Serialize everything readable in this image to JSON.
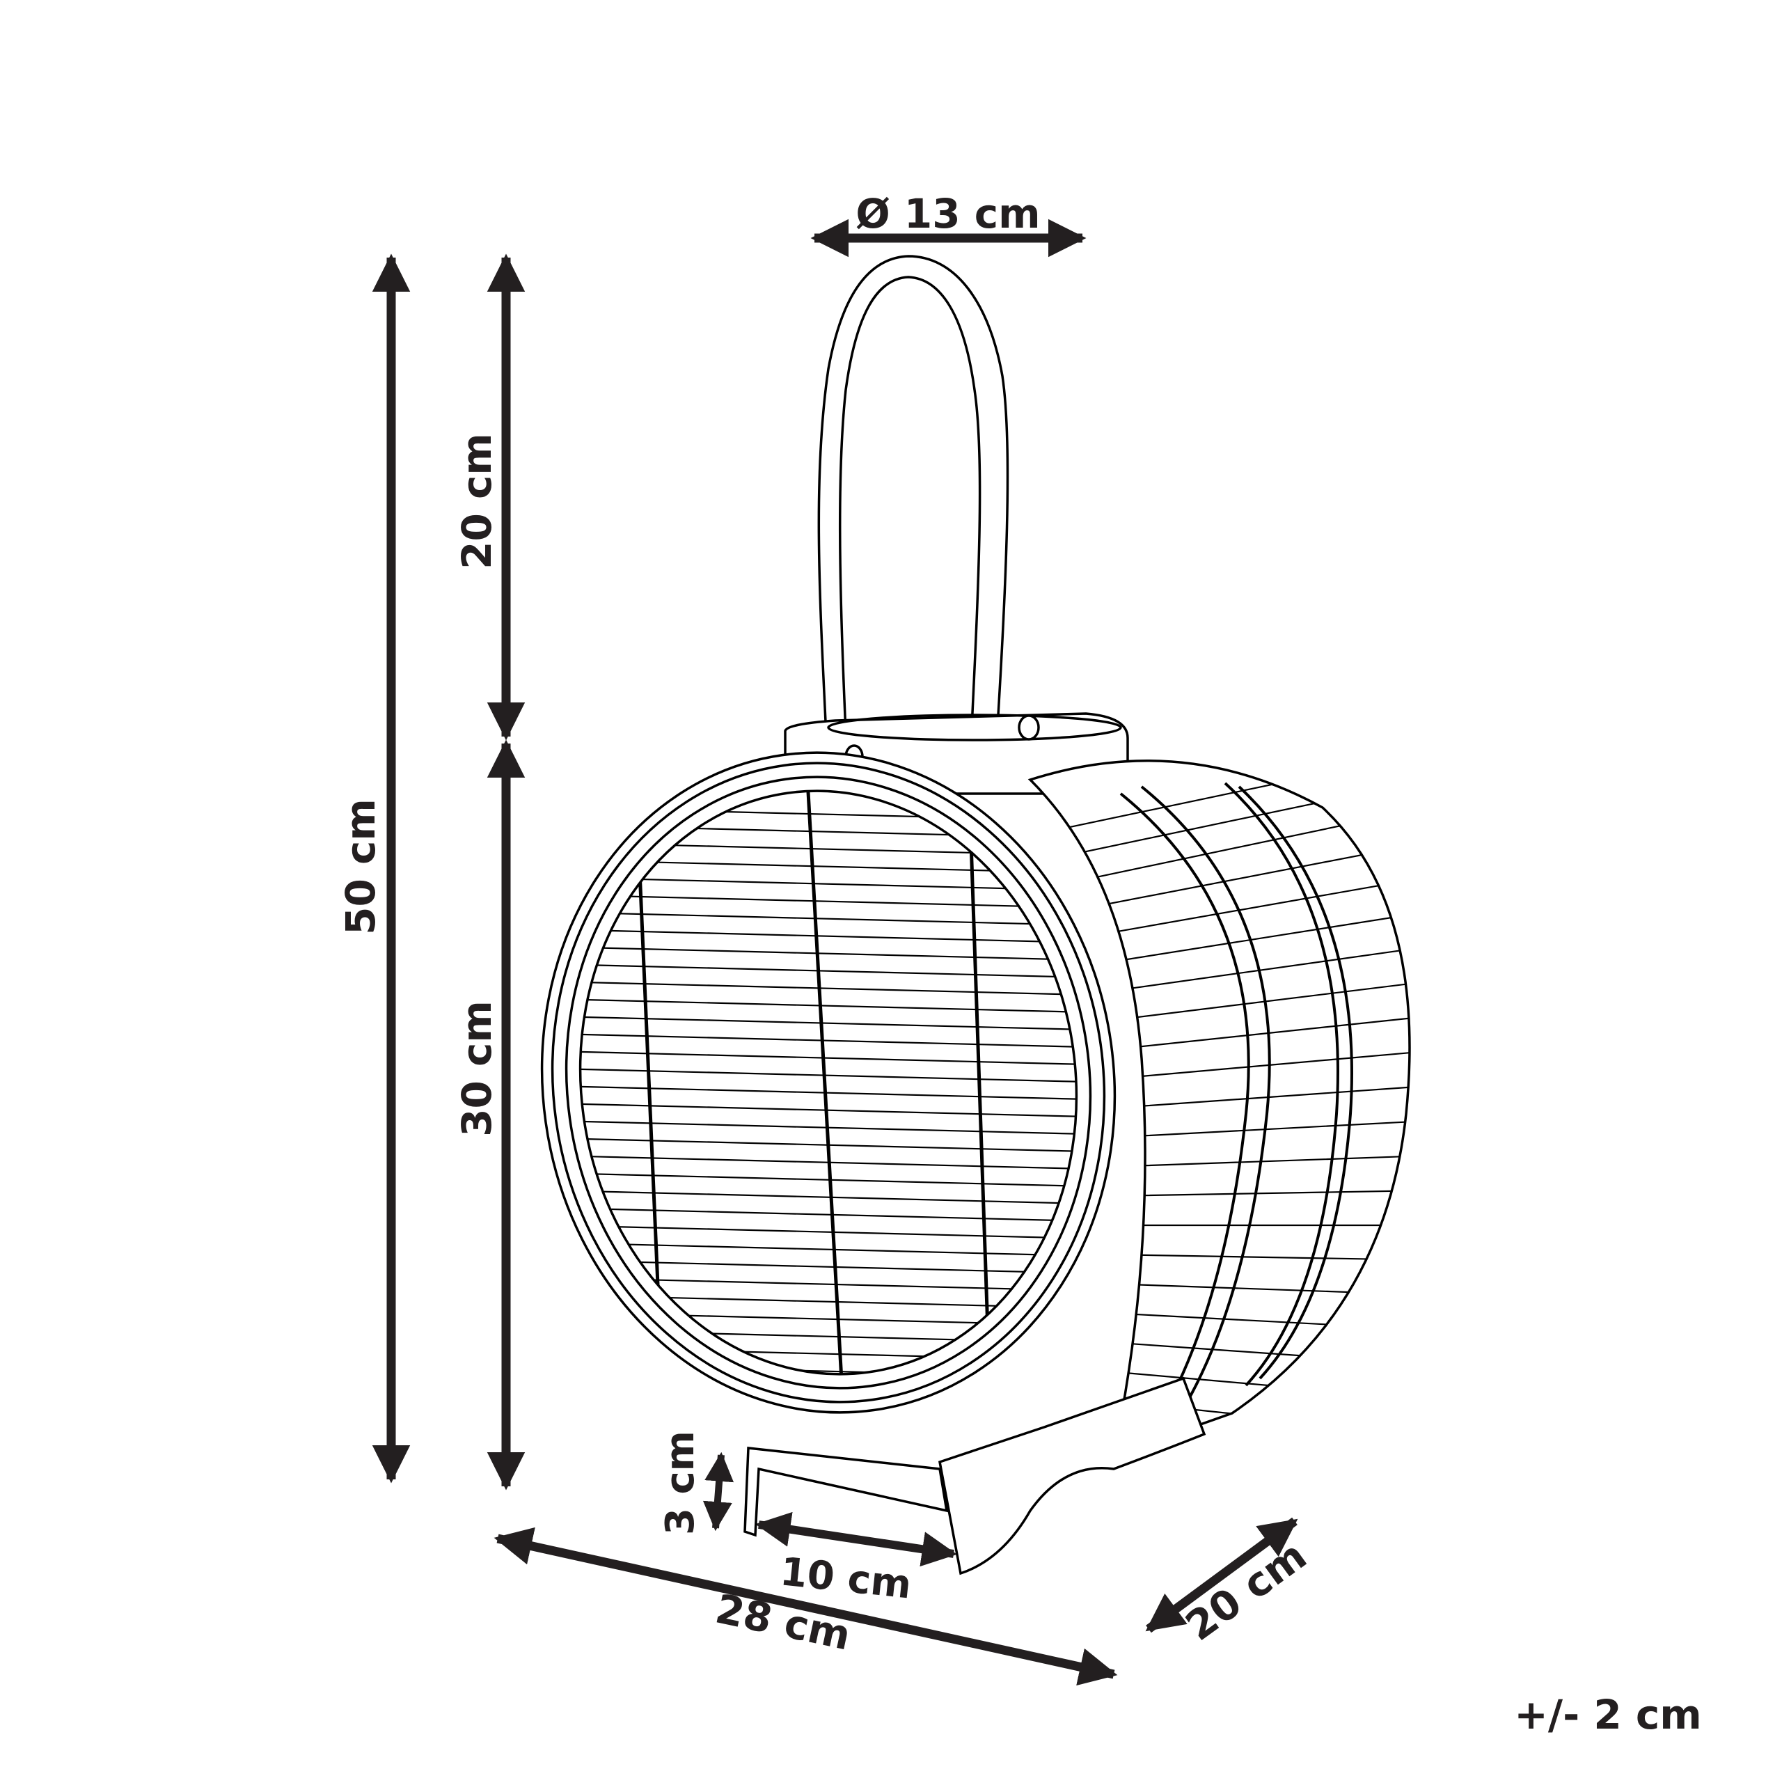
{
  "diagram": {
    "subject": "lantern with handle",
    "colors": {
      "ink": "#231f20",
      "line": "#000000",
      "background": "#ffffff"
    },
    "dimensions": {
      "handle_diameter": "Ø 13 cm",
      "total_height": "50 cm",
      "handle_height": "20 cm",
      "body_height": "30 cm",
      "foot_height": "3 cm",
      "foot_length": "10 cm",
      "width": "28 cm",
      "depth": "20 cm"
    },
    "tolerance": "+/- 2 cm"
  }
}
